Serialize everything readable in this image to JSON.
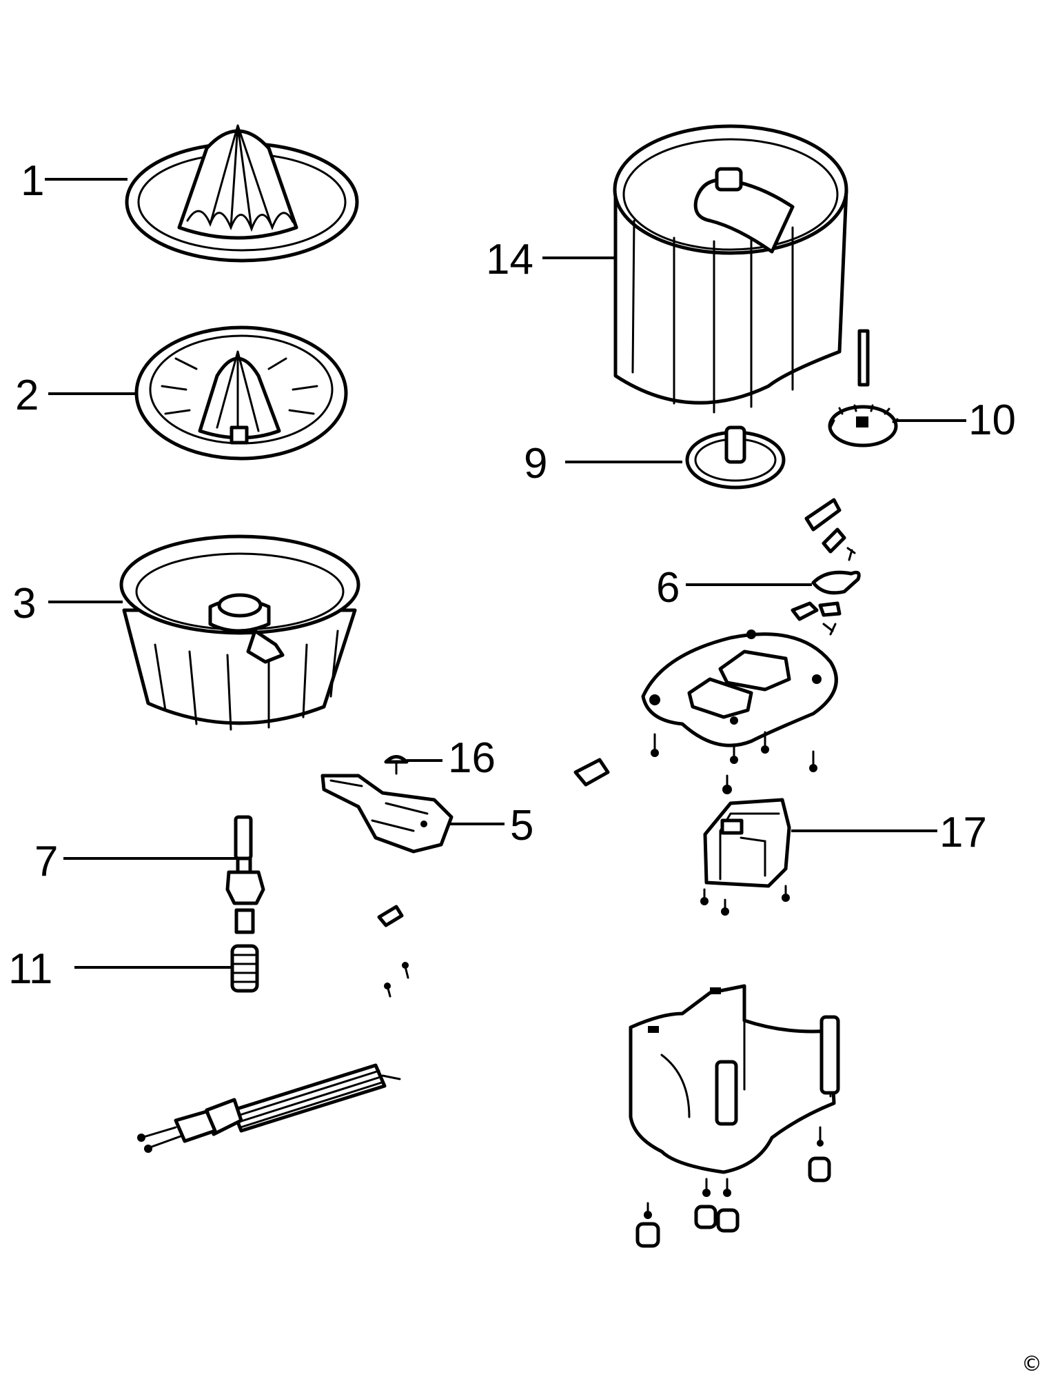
{
  "callouts": [
    "1",
    "2",
    "3",
    "5",
    "6",
    "7",
    "9",
    "10",
    "11",
    "14",
    "16",
    "17"
  ],
  "copyright": "©"
}
